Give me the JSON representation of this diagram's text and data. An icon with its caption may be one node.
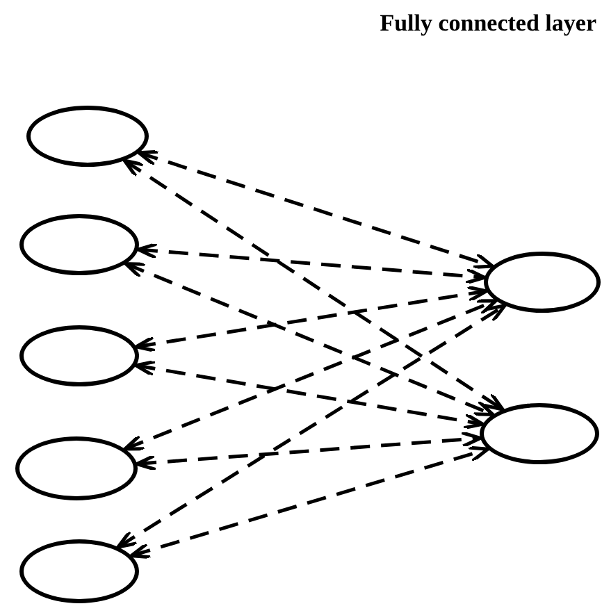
{
  "diagram": {
    "title": "Fully connected layer",
    "nodes": [
      {
        "text": [],
        "shape": "circle"
      },
      {
        "text": [],
        "shape": "circle"
      },
      {
        "text": [],
        "shape": "circle"
      },
      {
        "text": [],
        "shape": "circle"
      },
      {
        "text": [],
        "shape": "circle"
      },
      {
        "text": [],
        "shape": "circle"
      },
      {
        "text": [],
        "shape": "circle"
      }
    ],
    "edges": [
      {
        "from": 0,
        "to": 5,
        "arrow": "both"
      },
      {
        "from": 0,
        "to": 6,
        "arrow": "both"
      },
      {
        "from": 1,
        "to": 5,
        "arrow": "both"
      },
      {
        "from": 1,
        "to": 6,
        "arrow": "both"
      },
      {
        "from": 2,
        "to": 5,
        "arrow": "both"
      },
      {
        "from": 2,
        "to": 6,
        "arrow": "both"
      },
      {
        "from": 3,
        "to": 5,
        "arrow": "both"
      },
      {
        "from": 3,
        "to": 6,
        "arrow": "both"
      },
      {
        "from": 4,
        "to": 5,
        "arrow": "both"
      },
      {
        "from": 4,
        "to": 6,
        "arrow": "both"
      }
    ]
  }
}
